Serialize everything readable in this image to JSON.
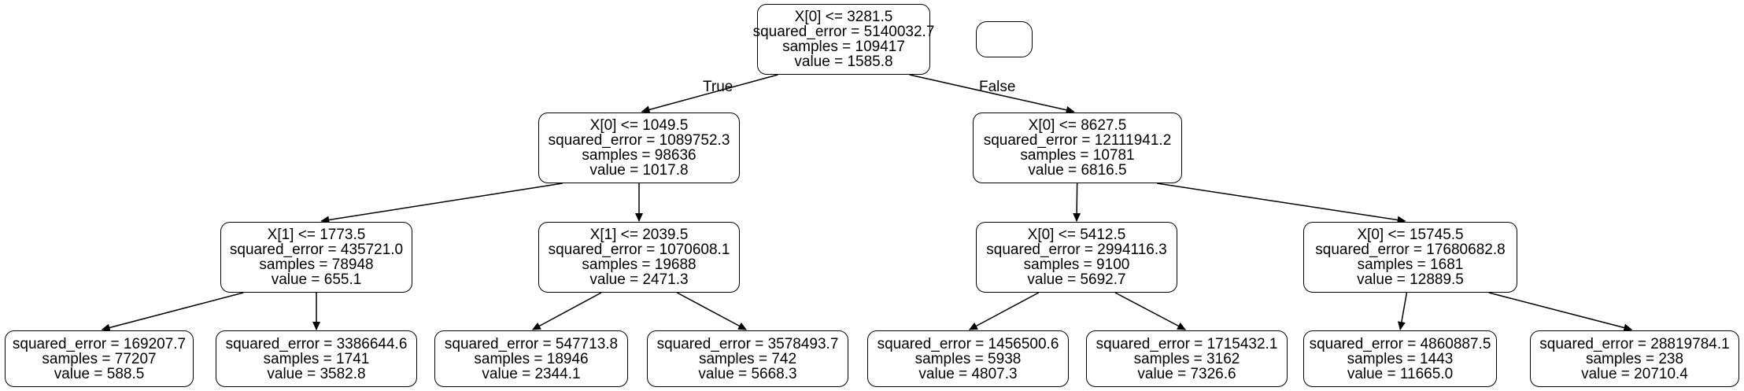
{
  "tree": {
    "nodes": [
      {
        "id": "n0",
        "lines": [
          "X[0] <= 3281.5",
          "squared_error = 5140032.7",
          "samples = 109417",
          "value = 1585.8"
        ]
      },
      {
        "id": "n1",
        "lines": [
          "X[0] <= 1049.5",
          "squared_error = 1089752.3",
          "samples = 98636",
          "value = 1017.8"
        ]
      },
      {
        "id": "n2",
        "lines": [
          "X[0] <= 8627.5",
          "squared_error = 12111941.2",
          "samples = 10781",
          "value = 6816.5"
        ]
      },
      {
        "id": "n3",
        "lines": [
          "X[1] <= 1773.5",
          "squared_error = 435721.0",
          "samples = 78948",
          "value = 655.1"
        ]
      },
      {
        "id": "n4",
        "lines": [
          "X[1] <= 2039.5",
          "squared_error = 1070608.1",
          "samples = 19688",
          "value = 2471.3"
        ]
      },
      {
        "id": "n5",
        "lines": [
          "X[0] <= 5412.5",
          "squared_error = 2994116.3",
          "samples = 9100",
          "value = 5692.7"
        ]
      },
      {
        "id": "n6",
        "lines": [
          "X[0] <= 15745.5",
          "squared_error = 17680682.8",
          "samples = 1681",
          "value = 12889.5"
        ]
      },
      {
        "id": "n7",
        "lines": [
          "squared_error = 169207.7",
          "samples = 77207",
          "value = 588.5"
        ]
      },
      {
        "id": "n8",
        "lines": [
          "squared_error = 3386644.6",
          "samples = 1741",
          "value = 3582.8"
        ]
      },
      {
        "id": "n9",
        "lines": [
          "squared_error = 547713.8",
          "samples = 18946",
          "value = 2344.1"
        ]
      },
      {
        "id": "n10",
        "lines": [
          "squared_error = 3578493.7",
          "samples = 742",
          "value = 5668.3"
        ]
      },
      {
        "id": "n11",
        "lines": [
          "squared_error = 1456500.6",
          "samples = 5938",
          "value = 4807.3"
        ]
      },
      {
        "id": "n12",
        "lines": [
          "squared_error = 1715432.1",
          "samples = 3162",
          "value = 7326.6"
        ]
      },
      {
        "id": "n13",
        "lines": [
          "squared_error = 4860887.5",
          "samples = 1443",
          "value = 11665.0"
        ]
      },
      {
        "id": "n14",
        "lines": [
          "squared_error = 28819784.1",
          "samples = 238",
          "value = 20710.4"
        ]
      }
    ],
    "edges": [
      {
        "from": "n0",
        "to": "n1",
        "label": "True"
      },
      {
        "from": "n0",
        "to": "n2",
        "label": "False"
      },
      {
        "from": "n1",
        "to": "n3"
      },
      {
        "from": "n1",
        "to": "n4"
      },
      {
        "from": "n2",
        "to": "n5"
      },
      {
        "from": "n2",
        "to": "n6"
      },
      {
        "from": "n3",
        "to": "n7"
      },
      {
        "from": "n3",
        "to": "n8"
      },
      {
        "from": "n4",
        "to": "n9"
      },
      {
        "from": "n4",
        "to": "n10"
      },
      {
        "from": "n5",
        "to": "n11"
      },
      {
        "from": "n5",
        "to": "n12"
      },
      {
        "from": "n6",
        "to": "n13"
      },
      {
        "from": "n6",
        "to": "n14"
      }
    ],
    "legend_box": {
      "text": ""
    }
  }
}
